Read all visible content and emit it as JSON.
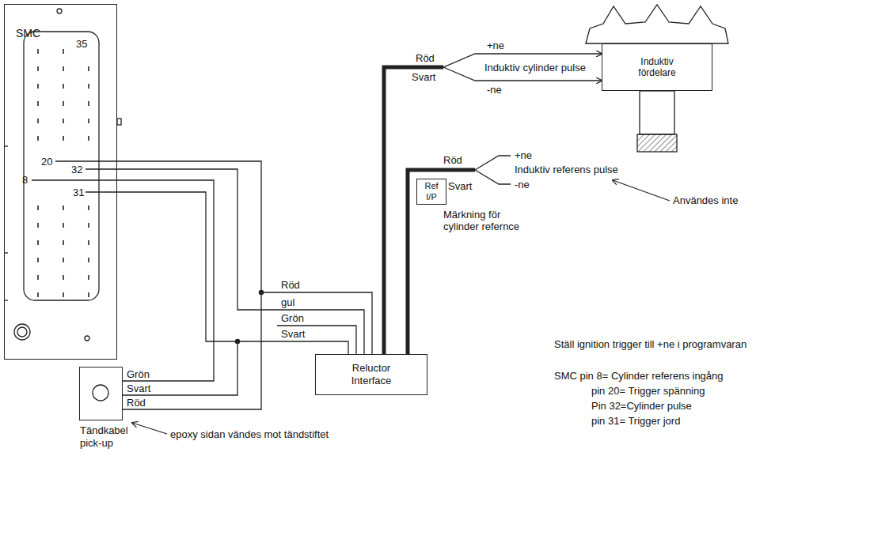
{
  "diagram": {
    "nodes": [
      {
        "text": [
          "SMC"
        ]
      },
      {
        "text": [
          "Induktiv fördelare"
        ]
      },
      {
        "text": [
          "Ref I/P"
        ]
      },
      {
        "text": [
          "Reluctor Interface"
        ]
      },
      {
        "text": [
          "Tändkabel pick-up"
        ]
      }
    ],
    "edges": [
      {
        "from": 0,
        "to": 3,
        "arrow": "none"
      },
      {
        "from": 4,
        "to": 0,
        "arrow": "none"
      },
      {
        "from": 4,
        "to": 3,
        "arrow": "none"
      },
      {
        "from": 3,
        "to": 1,
        "arrow": "to"
      }
    ],
    "labels": [
      "35",
      "20",
      "32",
      "8",
      "31",
      "Röd",
      "gul",
      "Grön",
      "Svart",
      "Grön",
      "Svart",
      "Röd",
      "Röd",
      "+ne",
      "Induktiv cylinder pulse",
      "Svart",
      "-ne",
      "Röd",
      "+ne",
      "Induktiv referens pulse",
      "Svart",
      "-ne",
      "Märkning för cylinder refernce",
      "Användes inte",
      "epoxy sidan vändes mot tändstiftet",
      "Ställ ignition trigger till +ne i programvaran",
      "SMC pin 8= Cylinder referens ingång",
      "pin 20= Trigger spänning",
      "Pin 32=Cylinder pulse",
      "pin 31= Trigger jord"
    ]
  }
}
